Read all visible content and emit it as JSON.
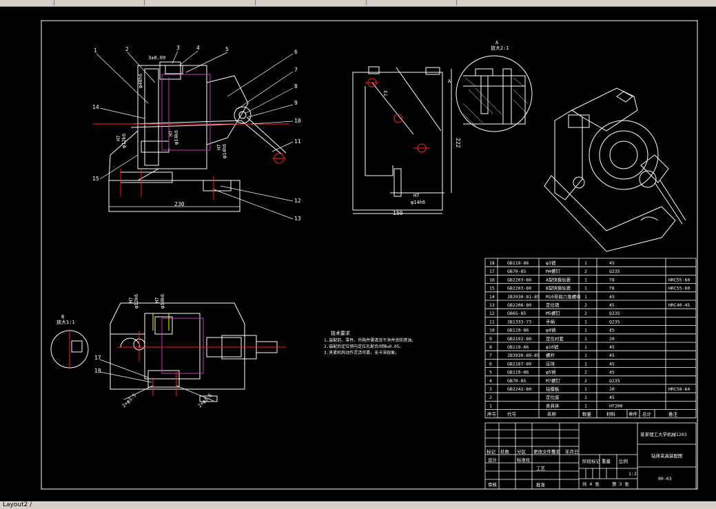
{
  "window": {
    "layout_tab": "Layout2 /"
  },
  "colors": {
    "line": "#ffffff",
    "red": "#ff2020",
    "magenta": "#c040c0",
    "yellow": "#ffff00",
    "bg": "#000000"
  },
  "front_view": {
    "balloons": [
      "1",
      "2",
      "3",
      "4",
      "5",
      "6",
      "7",
      "8",
      "9",
      "10",
      "11",
      "12",
      "13",
      "14",
      "15"
    ],
    "dims": {
      "width": "230",
      "fit1": "H7",
      "fit1b": "φ12k6",
      "fit2": "H7",
      "fit2b": "φ14k6",
      "fit3": "H7",
      "fit3b": "φ14h6",
      "tol": "3±0.09",
      "dia": "φ40h6"
    }
  },
  "side_view": {
    "dims": {
      "width": "150",
      "height": "222",
      "h1": "73",
      "fit": "H7",
      "fitb": "φ14h6"
    }
  },
  "detail_a": {
    "label": "A",
    "scale": "放大2:1",
    "arrow": "A"
  },
  "detail_b": {
    "label": "B",
    "scale": "放大1:1"
  },
  "plan_view": {
    "balloons": [
      "17",
      "18"
    ],
    "dims": {
      "fit1": "H7",
      "fit1b": "φ12k6",
      "fit2": "H7",
      "fit2b": "φ14k6",
      "ch1": "2×φ3.5",
      "ch2": "2×φ3.5"
    }
  },
  "tech_notes": [
    "技术要求",
    "1.装配前，零件、外购件需清洗干净并涂防锈油。",
    "2.装配后定位销与定位孔配合间隙≤0.05。",
    "3.夹紧机构动作灵活可靠，无卡滞现象。"
  ],
  "bom": {
    "rows": [
      [
        "18",
        "GB119-86",
        "φ3销",
        "1",
        "45",
        ""
      ],
      [
        "17",
        "GB70-85",
        "M4螺钉",
        "2",
        "Q235",
        ""
      ],
      [
        "16",
        "GB2203-80",
        "A型快换钻套",
        "1",
        "T8",
        "HRC55-60"
      ],
      [
        "15",
        "GB2203-80",
        "B型快换钻套",
        "1",
        "T8",
        "HRC55-60"
      ],
      [
        "14",
        "JB3930-81-85",
        "M10带肩六角螺母",
        "1",
        "45",
        ""
      ],
      [
        "13",
        "GB2206-80",
        "定位销",
        "2",
        "45",
        "HRC40-45"
      ],
      [
        "12",
        "GB65-85",
        "M5螺钉",
        "2",
        "Q235",
        ""
      ],
      [
        "11",
        "JB1333-73",
        "手柄",
        "1",
        "Q235",
        ""
      ],
      [
        "10",
        "GB119-86",
        "φ4销",
        "1",
        "45",
        ""
      ],
      [
        "9",
        "GB2192-80",
        "定位衬套",
        "1",
        "20",
        ""
      ],
      [
        "8",
        "GB119-86",
        "φ10销",
        "1",
        "45",
        ""
      ],
      [
        "7",
        "JB3930-89-85",
        "螺杆",
        "1",
        "45",
        ""
      ],
      [
        "6",
        "GB2187-80",
        "压块",
        "1",
        "45",
        ""
      ],
      [
        "5",
        "GB119-86",
        "φ5销",
        "2",
        "45",
        ""
      ],
      [
        "4",
        "GB70-85",
        "M7螺钉",
        "2",
        "Q235",
        ""
      ],
      [
        "3",
        "GB2242-80",
        "钻模板",
        "1",
        "20",
        "HRC58-64"
      ],
      [
        "2",
        "",
        "定位座",
        "1",
        "45",
        ""
      ],
      [
        "1",
        "",
        "夹具体",
        "1",
        "HT200",
        ""
      ]
    ],
    "headers": [
      "序号",
      "代号",
      "名称",
      "数量",
      "材料",
      "单件",
      "总计",
      "备注"
    ]
  },
  "title_block": {
    "school": "某某理工大学机械1203",
    "drawing_title": "钻床夹具装配图",
    "drawing_no": "00-03",
    "scale": "1:2",
    "sheet_total": "共 4 张",
    "sheet_no": "第 3 张",
    "labels": [
      "标记",
      "处数",
      "分区",
      "更改文件号",
      "签名",
      "年月日",
      "设计",
      "标准化",
      "阶段标记",
      "重量",
      "比例",
      "审核",
      "工艺",
      "批准"
    ]
  }
}
